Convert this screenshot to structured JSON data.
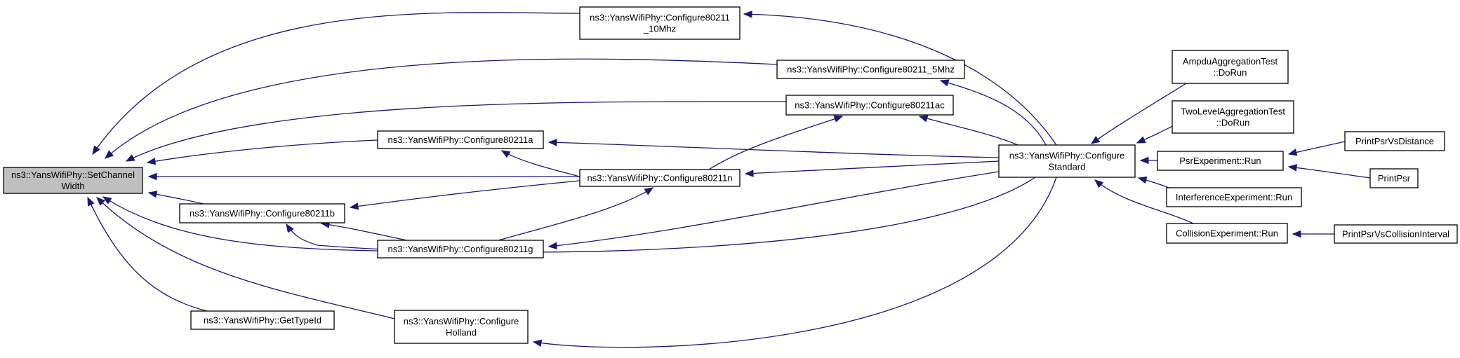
{
  "graph": {
    "nodes": [
      {
        "id": "set_channel_width",
        "lines": [
          "ns3::YansWifiPhy::SetChannel",
          "Width"
        ],
        "root": true
      },
      {
        "id": "cfg_10mhz",
        "lines": [
          "ns3::YansWifiPhy::Configure80211",
          "_10Mhz"
        ]
      },
      {
        "id": "cfg_5mhz",
        "lines": [
          "ns3::YansWifiPhy::Configure80211_5Mhz"
        ]
      },
      {
        "id": "cfg_ac",
        "lines": [
          "ns3::YansWifiPhy::Configure80211ac"
        ]
      },
      {
        "id": "cfg_a",
        "lines": [
          "ns3::YansWifiPhy::Configure80211a"
        ]
      },
      {
        "id": "cfg_n",
        "lines": [
          "ns3::YansWifiPhy::Configure80211n"
        ]
      },
      {
        "id": "cfg_b",
        "lines": [
          "ns3::YansWifiPhy::Configure80211b"
        ]
      },
      {
        "id": "cfg_g",
        "lines": [
          "ns3::YansWifiPhy::Configure80211g"
        ]
      },
      {
        "id": "get_type_id",
        "lines": [
          "ns3::YansWifiPhy::GetTypeId"
        ]
      },
      {
        "id": "cfg_holland",
        "lines": [
          "ns3::YansWifiPhy::Configure",
          "Holland"
        ]
      },
      {
        "id": "cfg_standard",
        "lines": [
          "ns3::YansWifiPhy::Configure",
          "Standard"
        ]
      },
      {
        "id": "ampdu_test",
        "lines": [
          "AmpduAggregationTest",
          "::DoRun"
        ]
      },
      {
        "id": "twolevel_test",
        "lines": [
          "TwoLevelAggregationTest",
          "::DoRun"
        ]
      },
      {
        "id": "psr_run",
        "lines": [
          "PsrExperiment::Run"
        ]
      },
      {
        "id": "interference_run",
        "lines": [
          "InterferenceExperiment::Run"
        ]
      },
      {
        "id": "collision_run",
        "lines": [
          "CollisionExperiment::Run"
        ]
      },
      {
        "id": "print_psr_distance",
        "lines": [
          "PrintPsrVsDistance"
        ]
      },
      {
        "id": "print_psr",
        "lines": [
          "PrintPsr"
        ]
      },
      {
        "id": "print_psr_collision",
        "lines": [
          "PrintPsrVsCollisionInterval"
        ]
      }
    ],
    "edges": [
      {
        "from": "cfg_10mhz",
        "to": "set_channel_width"
      },
      {
        "from": "cfg_5mhz",
        "to": "set_channel_width"
      },
      {
        "from": "cfg_ac",
        "to": "set_channel_width"
      },
      {
        "from": "cfg_a",
        "to": "set_channel_width"
      },
      {
        "from": "cfg_n",
        "to": "set_channel_width"
      },
      {
        "from": "cfg_b",
        "to": "set_channel_width"
      },
      {
        "from": "cfg_g",
        "to": "set_channel_width"
      },
      {
        "from": "get_type_id",
        "to": "set_channel_width"
      },
      {
        "from": "cfg_holland",
        "to": "set_channel_width"
      },
      {
        "from": "cfg_standard",
        "to": "cfg_10mhz"
      },
      {
        "from": "cfg_standard",
        "to": "cfg_5mhz"
      },
      {
        "from": "cfg_standard",
        "to": "cfg_ac"
      },
      {
        "from": "cfg_standard",
        "to": "cfg_a"
      },
      {
        "from": "cfg_standard",
        "to": "cfg_n"
      },
      {
        "from": "cfg_standard",
        "to": "cfg_g"
      },
      {
        "from": "cfg_standard",
        "to": "cfg_b"
      },
      {
        "from": "cfg_standard",
        "to": "cfg_holland"
      },
      {
        "from": "cfg_n",
        "to": "cfg_ac"
      },
      {
        "from": "cfg_n",
        "to": "cfg_a"
      },
      {
        "from": "cfg_n",
        "to": "cfg_b"
      },
      {
        "from": "cfg_g",
        "to": "cfg_b"
      },
      {
        "from": "cfg_g",
        "to": "cfg_n"
      },
      {
        "from": "ampdu_test",
        "to": "cfg_standard"
      },
      {
        "from": "twolevel_test",
        "to": "cfg_standard"
      },
      {
        "from": "psr_run",
        "to": "cfg_standard"
      },
      {
        "from": "interference_run",
        "to": "cfg_standard"
      },
      {
        "from": "collision_run",
        "to": "cfg_standard"
      },
      {
        "from": "print_psr_distance",
        "to": "psr_run"
      },
      {
        "from": "print_psr",
        "to": "psr_run"
      },
      {
        "from": "print_psr_collision",
        "to": "collision_run"
      }
    ],
    "colors": {
      "edge": "#191970",
      "root_fill": "#bfbfbf",
      "node_fill": "#ffffff",
      "node_border": "#000000"
    }
  }
}
